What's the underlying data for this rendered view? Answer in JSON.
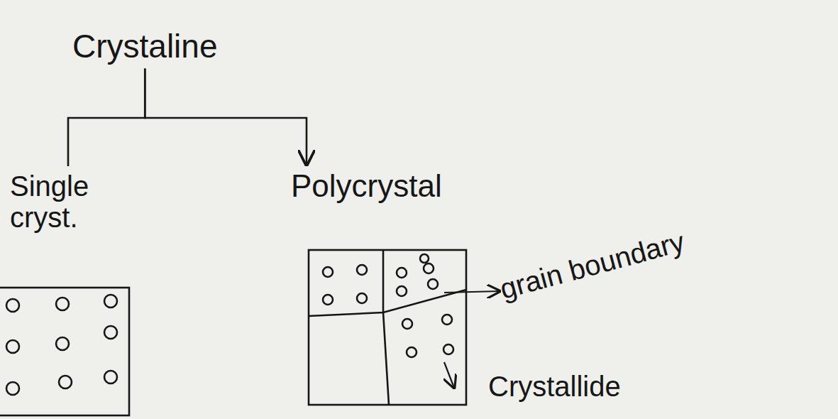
{
  "diagram": {
    "nodes": [
      {
        "text": [
          "Crystaline"
        ]
      },
      {
        "text": [
          "Single cryst."
        ]
      },
      {
        "text": [
          "Polycrystal"
        ]
      }
    ],
    "edges": [
      {
        "from": 0,
        "to": 1,
        "arrow": "none"
      },
      {
        "from": 0,
        "to": 2,
        "arrow": "to"
      }
    ],
    "labels": [
      "grain boundary",
      "Crystallide"
    ]
  }
}
